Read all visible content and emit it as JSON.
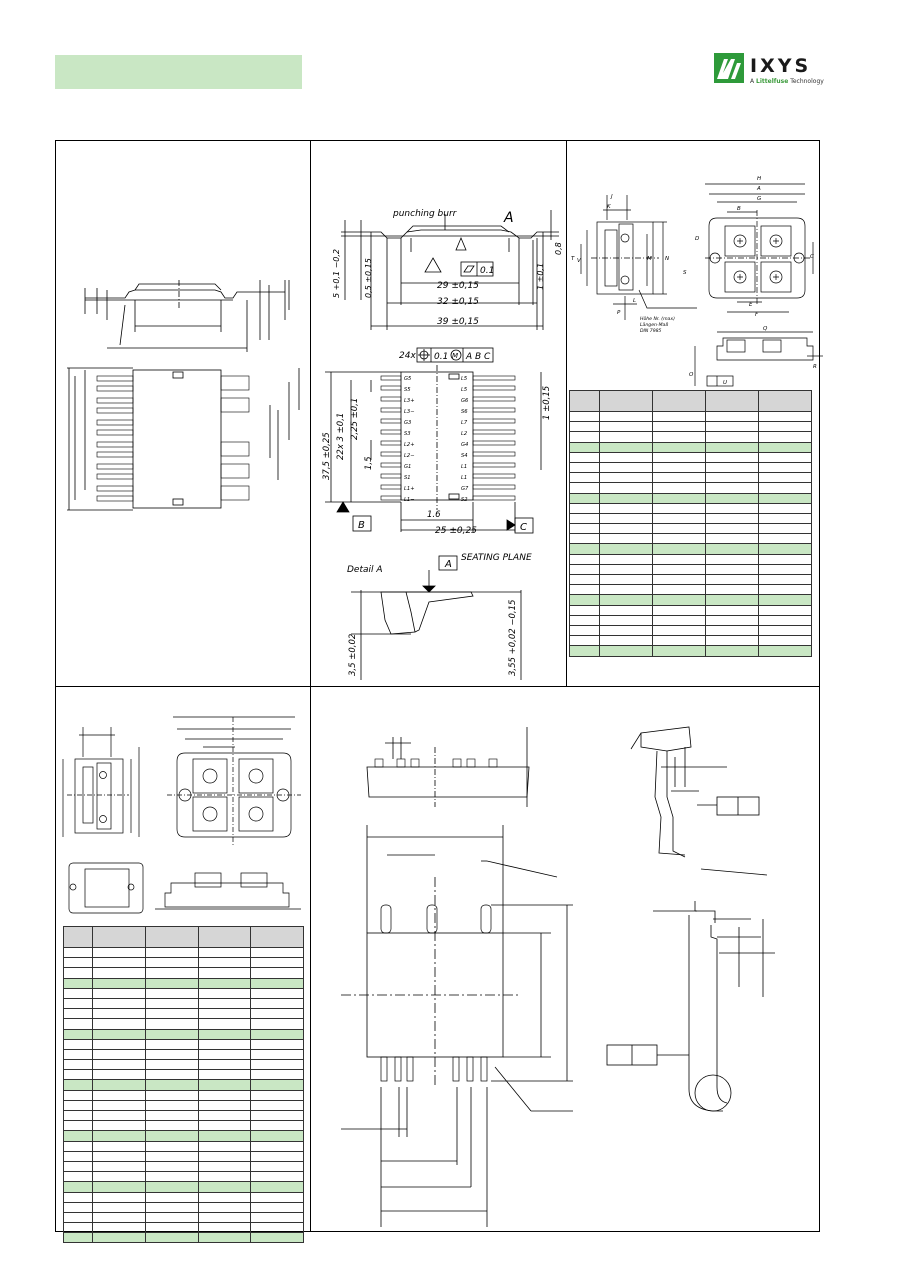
{
  "header": {
    "brand_name": "IXYS",
    "brand_tagline_prefix": "A ",
    "brand_tagline_brand": "Littelfuse",
    "brand_tagline_suffix": " Technology"
  },
  "drawing_top_middle": {
    "punching_burr": "punching burr",
    "datum_a_letter": "A",
    "flatness_value": "0.1",
    "dim_29": "29 ±0,15",
    "dim_32": "32 ±0,15",
    "dim_39": "39 ±0,15",
    "dim_5": "5 +0,1 −0,2",
    "dim_05": "0,5 ±0,15",
    "dim_1": "1 ±0,1",
    "dim_08": "0,8",
    "position_tol": "24x",
    "position_value": "0.1",
    "position_m": "M",
    "position_datums": "A B C",
    "dim_2_25": "2,25 ±0,1",
    "dim_22x3": "22x 3 ±0,1",
    "dim_37_5": "37,5 ±0,25",
    "dim_1_5": "1,5",
    "dim_1_6": "1.6",
    "dim_25": "25 ±0,25",
    "dim_1_15": "1 ±0,15",
    "datum_b": "B",
    "datum_c": "C",
    "detail_a": "Detail A",
    "seating_plane": "SEATING PLANE",
    "seating_datum": "A",
    "dim_3_5": "3,5 ±0,02",
    "dim_3_55": "3,55 +0,02 −0,15",
    "pins_left": [
      "G5",
      "S5",
      "L3+",
      "L3−",
      "G3",
      "S3",
      "L2+",
      "L2−",
      "G1",
      "S1",
      "L1+",
      "L1−"
    ],
    "pins_right": [
      "L5",
      "L5",
      "G6",
      "S6",
      "L7",
      "L2",
      "G4",
      "S4",
      "L1",
      "L1",
      "G7",
      "S2"
    ]
  },
  "drawing_top_right": {
    "letters": [
      "H",
      "A",
      "G",
      "J",
      "K",
      "B",
      "D",
      "C",
      "S",
      "E",
      "F",
      "T",
      "V",
      "M",
      "N",
      "U",
      "P",
      "L",
      "Q",
      "O",
      "R"
    ],
    "note_line1": "Höhe Nr. (max)",
    "note_line2": "Längen-Maß",
    "note_line3": "DIN 7985"
  },
  "table_top_right": {
    "rows": 24,
    "green_rows": [
      3,
      8,
      13,
      18,
      23
    ]
  },
  "table_bottom_left": {
    "rows": 29,
    "green_rows": [
      3,
      8,
      13,
      18,
      23,
      28
    ]
  }
}
